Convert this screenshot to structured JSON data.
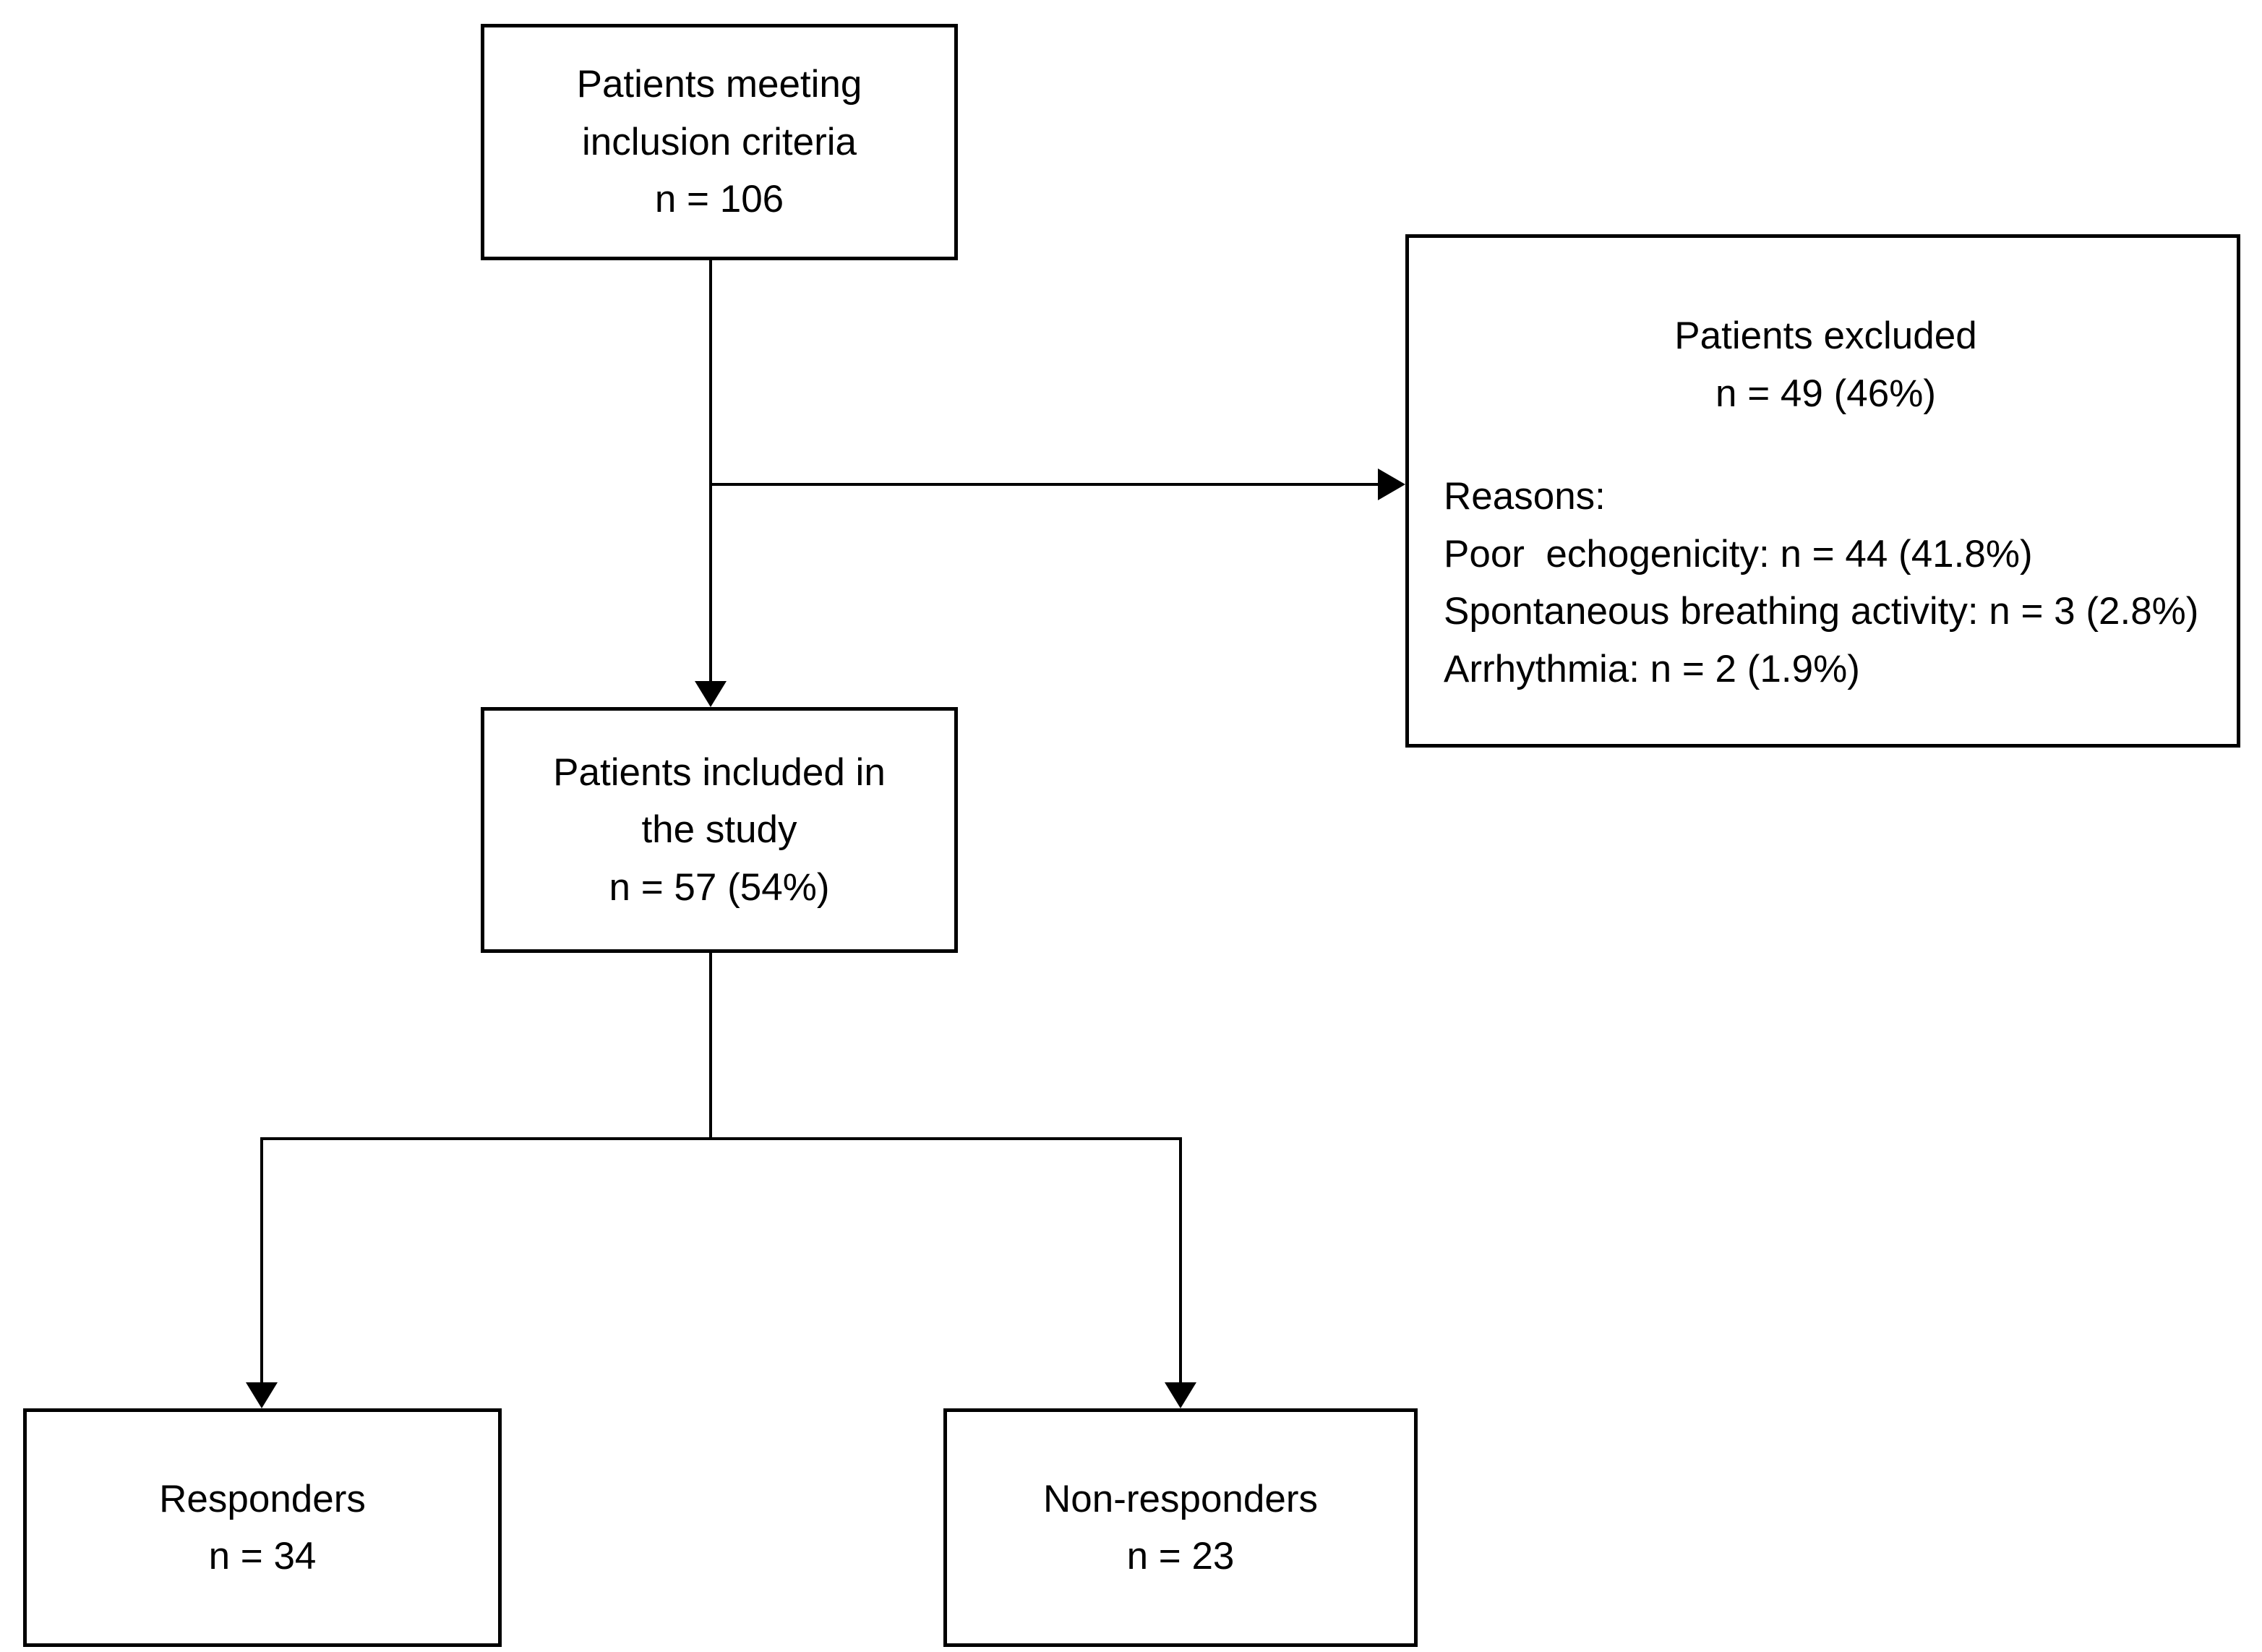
{
  "figure": {
    "type": "patient-flow-diagram",
    "colors": {
      "background": "#ffffff",
      "box_fill": "#ffffff",
      "box_border": "#000000",
      "text": "#000000",
      "connector": "#000000"
    },
    "boxes": {
      "inclusion": {
        "lines": [
          "Patients meeting",
          "inclusion criteria",
          "n = 106"
        ]
      },
      "excluded": {
        "title_lines": [
          "Patients excluded",
          "n = 49 (46%)"
        ],
        "reasons_header": "Reasons:",
        "reasons": [
          "Poor  echogenicity: n = 44 (41.8%)",
          "Spontaneous breathing activity: n = 3 (2.8%)",
          "Arrhythmia: n = 2 (1.9%)"
        ]
      },
      "included": {
        "lines": [
          "Patients included in",
          "the study",
          "n = 57 (54%)"
        ]
      },
      "responders": {
        "lines": [
          "Responders",
          "n = 34"
        ]
      },
      "non_responders": {
        "lines": [
          "Non-responders",
          "n = 23"
        ]
      }
    }
  }
}
